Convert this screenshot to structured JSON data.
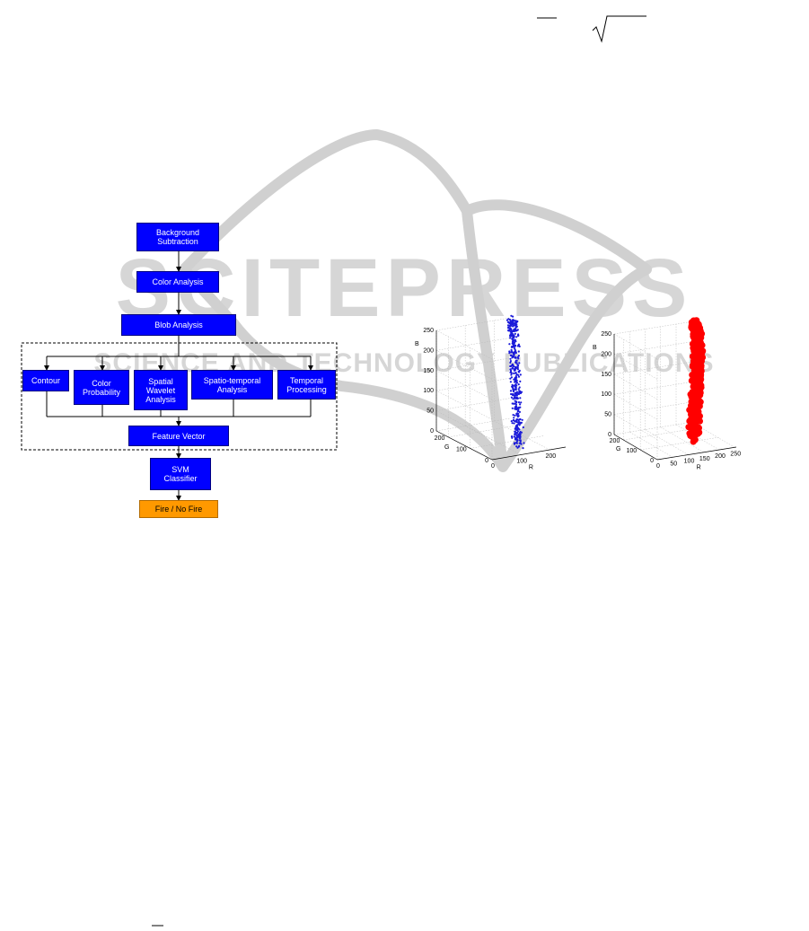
{
  "watermark": {
    "title": "SCITEPRESS",
    "subtitle": "SCIENCE AND TECHNOLOGY PUBLICATIONS",
    "color": "#c8c8c8"
  },
  "flowchart": {
    "nodes": {
      "background_subtraction": "Background\nSubtraction",
      "color_analysis": "Color Analysis",
      "blob_analysis": "Blob Analysis",
      "contour": "Contour",
      "color_probability": "Color\nProbability",
      "spatial_wavelet": "Spatial\nWavelet\nAnalysis",
      "spatio_temporal": "Spatio-temporal\nAnalysis",
      "temporal_processing": "Temporal\nProcessing",
      "feature_vector": "Feature Vector",
      "svm_classifier": "SVM\nClassifier",
      "fire_no_fire": "Fire / No Fire"
    },
    "colors": {
      "process": "#0000ff",
      "output": "#ff9900"
    }
  },
  "chart_data": [
    {
      "type": "scatter",
      "title": "",
      "xlabel": "R",
      "ylabel": "G",
      "zlabel": "B",
      "x_ticks": [
        "0",
        "100",
        "200"
      ],
      "y_ticks": [
        "0",
        "100",
        "200"
      ],
      "z_ticks": [
        "0",
        "50",
        "100",
        "150",
        "200",
        "250"
      ],
      "xlim": [
        0,
        255
      ],
      "ylim": [
        0,
        255
      ],
      "zlim": [
        0,
        250
      ],
      "marker_color": "#1a1ad9",
      "marker": "small-dot",
      "series": [
        {
          "values": [
            [
              120,
              40,
              10
            ],
            [
              140,
              70,
              40
            ],
            [
              160,
              100,
              80
            ],
            [
              180,
              130,
              120
            ],
            [
              200,
              160,
              160
            ],
            [
              220,
              190,
              200
            ],
            [
              240,
              220,
              235
            ],
            [
              250,
              240,
              250
            ]
          ]
        }
      ]
    },
    {
      "type": "scatter",
      "title": "",
      "xlabel": "R",
      "ylabel": "G",
      "zlabel": "B",
      "x_ticks": [
        "0",
        "50",
        "100",
        "150",
        "200",
        "250"
      ],
      "y_ticks": [
        "0",
        "100",
        "200"
      ],
      "z_ticks": [
        "0",
        "50",
        "100",
        "150",
        "200",
        "250"
      ],
      "xlim": [
        0,
        255
      ],
      "ylim": [
        0,
        255
      ],
      "zlim": [
        0,
        250
      ],
      "marker_color": "#ff0000",
      "marker": "large-dot",
      "series": [
        {
          "values": [
            [
              150,
              60,
              20
            ],
            [
              170,
              90,
              60
            ],
            [
              190,
              120,
              100
            ],
            [
              210,
              150,
              140
            ],
            [
              225,
              175,
              180
            ],
            [
              240,
              200,
              215
            ],
            [
              250,
              225,
              240
            ],
            [
              255,
              240,
              250
            ]
          ]
        }
      ]
    }
  ]
}
